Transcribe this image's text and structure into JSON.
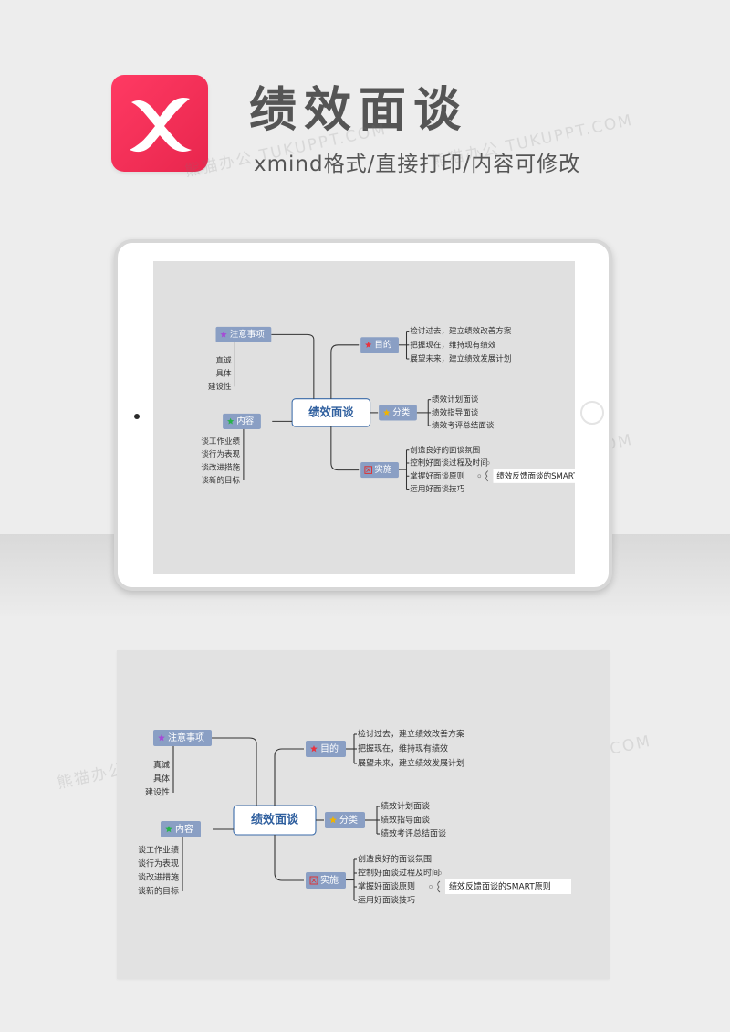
{
  "header": {
    "title": "绩效面谈",
    "subtitle": "xmind格式/直接打印/内容可修改"
  },
  "watermark": "熊猫办公 TUKUPPT.COM",
  "colors": {
    "logo": "#ef2d55",
    "node_fill": "#8a9fc4",
    "central_border": "#3a6aa8",
    "central_text": "#2f5f9e",
    "line": "#333333"
  },
  "mindmap": {
    "central": "绩效面谈",
    "branches": {
      "zhuyi": {
        "label": "注意事项",
        "marker": "purple-star",
        "children": [
          "真诚",
          "具体",
          "建设性"
        ]
      },
      "neirong": {
        "label": "内容",
        "marker": "green-star",
        "children": [
          "谈工作业绩",
          "谈行为表现",
          "谈改进措施",
          "谈新的目标"
        ]
      },
      "mudi": {
        "label": "目的",
        "marker": "red-star",
        "children": [
          "检讨过去，建立绩效改善方案",
          "把握现在，维持现有绩效",
          "展望未来，建立绩效发展计划"
        ]
      },
      "fenlei": {
        "label": "分类",
        "marker": "yellow-star",
        "children": [
          "绩效计划面谈",
          "绩效指导面谈",
          "绩效考评总结面谈"
        ]
      },
      "shishi": {
        "label": "实施",
        "marker": "red-box",
        "children": [
          "创造良好的面谈氛围",
          "控制好面谈过程及时间",
          "掌握好面谈原则",
          "运用好面谈技巧"
        ]
      }
    },
    "callout": "绩效反馈面谈的SMART原则"
  }
}
